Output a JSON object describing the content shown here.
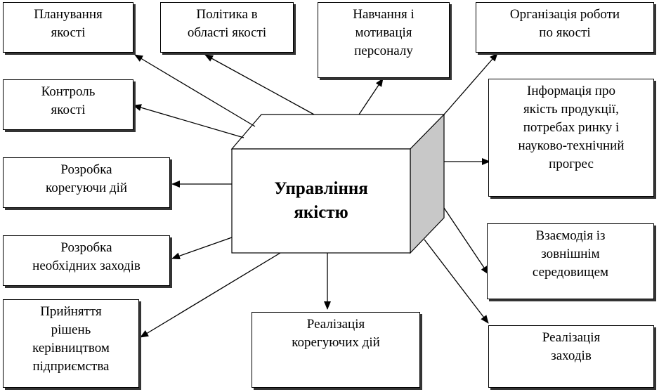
{
  "center": {
    "label": "Управління\nякістю"
  },
  "nodes": {
    "planning": "Планування\nякості",
    "policy": "Політика в\nобласті якості",
    "training": "Навчання і\nмотивація\nперсоналу",
    "organization": "Організація роботи\nпо якості",
    "control": "Контроль\nякості",
    "information": "Інформація про\nякість продукції,\nпотребах ринку і\nнауково-технічний\nпрогрес",
    "corrective_development": "Розробка\nкорегуючи дій",
    "measures_development": "Розробка\nнеобхідних заходів",
    "interaction": "Взаємодія із\nзовнішнім\nсередовищем",
    "decisions": "Прийняття\nрішень\nкерівництвом\nпідприємства",
    "corrective_realization": "Реалізація\nкорегуючих дій",
    "measures_realization": "Реалізація\nзаходів"
  },
  "colors": {
    "cube_front": "#ffffff",
    "cube_top": "#ffffff",
    "cube_side": "#c8c8c8",
    "line": "#000000"
  }
}
